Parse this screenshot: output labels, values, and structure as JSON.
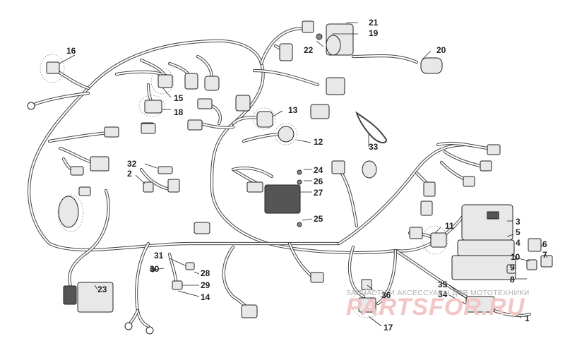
{
  "part_labels": [
    "1",
    "2",
    "3",
    "4",
    "5",
    "6",
    "7",
    "8",
    "9",
    "10",
    "11",
    "12",
    "13",
    "14",
    "15",
    "16",
    "17",
    "18",
    "19",
    "20",
    "21",
    "22",
    "23",
    "24",
    "25",
    "26",
    "27",
    "28",
    "29",
    "30",
    "31",
    "32",
    "33",
    "34",
    "35",
    "36"
  ],
  "watermark": {
    "small_text": "ЗАПЧАСТИ И АКСЕССУАРЫ ДЛЯ МОТОТЕХНИКИ",
    "big_text": "PARTSFOR.RU"
  }
}
